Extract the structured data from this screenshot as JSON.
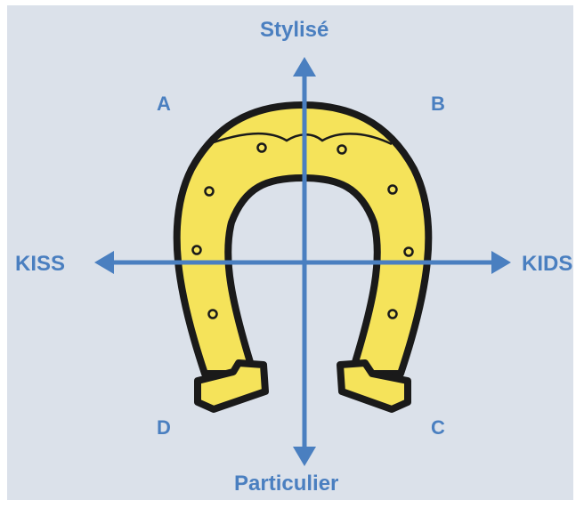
{
  "axes": {
    "top": "Stylisé",
    "bottom": "Particulier",
    "left": "KISS",
    "right": "KIDS"
  },
  "quadrants": {
    "top_left": "A",
    "top_right": "B",
    "bottom_right": "C",
    "bottom_left": "D"
  },
  "colors": {
    "background": "#dbe1ea",
    "axis": "#4a7fc0",
    "horseshoe_fill": "#f5e35a",
    "horseshoe_outline": "#1a1a1a"
  },
  "icons": {
    "center": "horseshoe-icon"
  }
}
